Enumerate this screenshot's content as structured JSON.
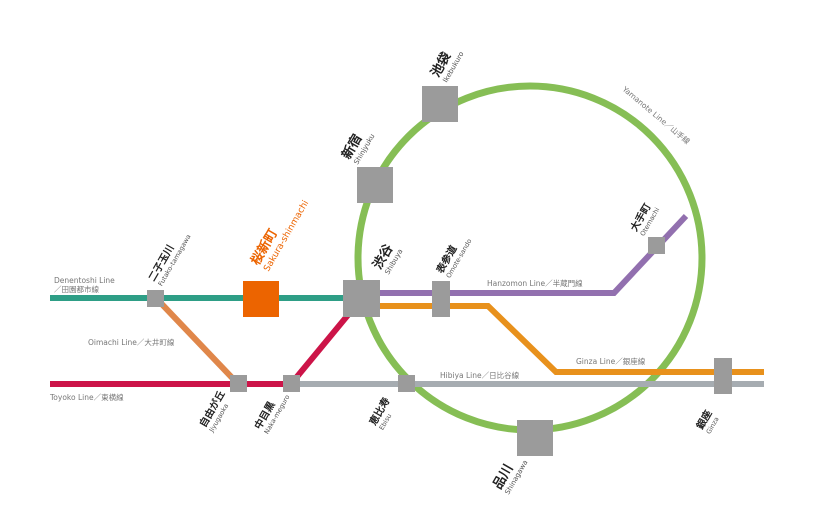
{
  "colors": {
    "yamanote": "#86BE55",
    "denentoshi": "#2E9E86",
    "oimachi": "#E0874A",
    "toyoko": "#CC1448",
    "hanzomon": "#9270AF",
    "ginza": "#E8911C",
    "hibiya": "#A6ACB1",
    "station": "#9B9B9B",
    "highlight": "#EC6400"
  },
  "lines": {
    "yamanote": "Yamanote Line／山手線",
    "denentoshi": "Denentoshi Line",
    "denentoshi_jp": "／田園都市線",
    "oimachi": "Oimachi Line／大井町線",
    "toyoko": "Toyoko Line／東横線",
    "hanzomon": "Hanzomon Line／半蔵門線",
    "ginza": "Ginza Line／銀座線",
    "hibiya": "Hibiya Line／日比谷線"
  },
  "stations": {
    "ikebukuro": {
      "jp": "池袋",
      "en": "Ikebukuro"
    },
    "shinjuku": {
      "jp": "新宿",
      "en": "Shinjyuku"
    },
    "sakura": {
      "jp": "桜新町",
      "en": "Sakura-shinmachi"
    },
    "shibuya": {
      "jp": "渋谷",
      "en": "Shibuya"
    },
    "omotesando": {
      "jp": "表参道",
      "en": "Omote-sando"
    },
    "otemachi": {
      "jp": "大手町",
      "en": "Otemachi"
    },
    "futako": {
      "jp": "二子玉川",
      "en": "Futako-tamagawa"
    },
    "jiyugaoka": {
      "jp": "自由が丘",
      "en": "Jiyugaoka"
    },
    "nakameguro": {
      "jp": "中目黒",
      "en": "Naka-meguro"
    },
    "ebisu": {
      "jp": "恵比寿",
      "en": "Ebisu"
    },
    "shinagawa": {
      "jp": "品川",
      "en": "Shinagawa"
    },
    "ginza": {
      "jp": "銀座",
      "en": "Ginza"
    }
  }
}
